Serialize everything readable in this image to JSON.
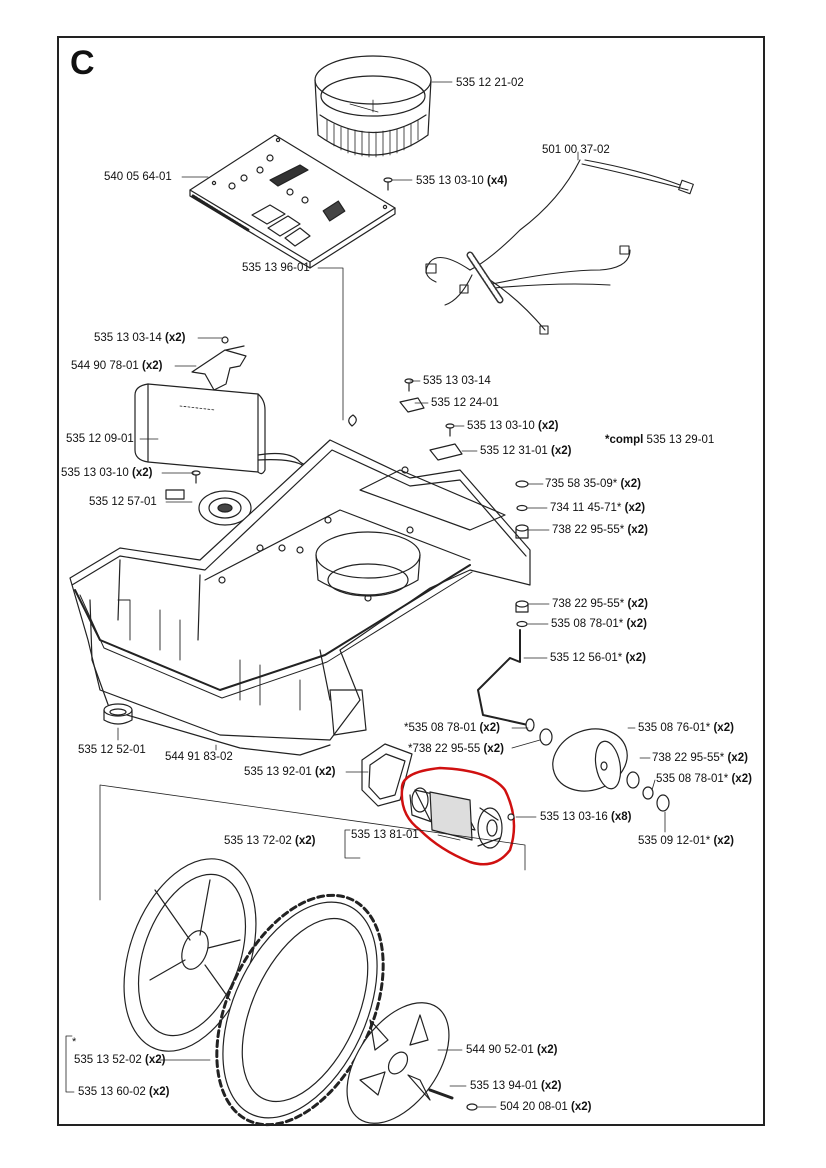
{
  "diagram": {
    "section_letter": "C",
    "compl_note": {
      "prefix": "*compl",
      "part": "535 13 29-01"
    },
    "asterisk_note": "*",
    "labels": [
      {
        "id": "l01",
        "part": "535 12 21-02",
        "qty": ""
      },
      {
        "id": "l02",
        "part": "501 00 37-02",
        "qty": ""
      },
      {
        "id": "l03",
        "part": "540 05 64-01",
        "qty": ""
      },
      {
        "id": "l04",
        "part": "535 13 03-10",
        "qty": "(x4)"
      },
      {
        "id": "l05",
        "part": "535 13 96-01",
        "qty": ""
      },
      {
        "id": "l06",
        "part": "535 13 03-14",
        "qty": "(x2)"
      },
      {
        "id": "l07",
        "part": "544 90 78-01",
        "qty": "(x2)"
      },
      {
        "id": "l08",
        "part": "535 13 03-14",
        "qty": ""
      },
      {
        "id": "l09",
        "part": "535 12 24-01",
        "qty": ""
      },
      {
        "id": "l10",
        "part": "535 12 09-01",
        "qty": ""
      },
      {
        "id": "l11",
        "part": "535 13 03-10",
        "qty": "(x2)"
      },
      {
        "id": "l12",
        "part": "535 12 31-01",
        "qty": "(x2)"
      },
      {
        "id": "l13",
        "part": "535 13 03-10",
        "qty": "(x2)"
      },
      {
        "id": "l14",
        "part": "735 58 35-09*",
        "qty": "(x2)"
      },
      {
        "id": "l15",
        "part": "535 12 57-01",
        "qty": ""
      },
      {
        "id": "l16",
        "part": "734 11 45-71*",
        "qty": "(x2)"
      },
      {
        "id": "l17",
        "part": "738 22 95-55*",
        "qty": "(x2)"
      },
      {
        "id": "l18",
        "part": "738 22 95-55*",
        "qty": "(x2)"
      },
      {
        "id": "l19",
        "part": "535 08 78-01*",
        "qty": "(x2)"
      },
      {
        "id": "l20",
        "part": "535 12 56-01*",
        "qty": "(x2)"
      },
      {
        "id": "l21",
        "part": "*535 08 78-01",
        "qty": "(x2)"
      },
      {
        "id": "l22",
        "part": "535 08 76-01*",
        "qty": "(x2)"
      },
      {
        "id": "l23",
        "part": "535 12 52-01",
        "qty": ""
      },
      {
        "id": "l24",
        "part": "544 91 83-02",
        "qty": ""
      },
      {
        "id": "l25",
        "part": "*738 22 95-55",
        "qty": "(x2)"
      },
      {
        "id": "l26",
        "part": "738 22 95-55*",
        "qty": "(x2)"
      },
      {
        "id": "l27",
        "part": "535 13 92-01",
        "qty": "(x2)"
      },
      {
        "id": "l28",
        "part": "535 08 78-01*",
        "qty": "(x2)"
      },
      {
        "id": "l29",
        "part": "535 13 03-16",
        "qty": "(x8)"
      },
      {
        "id": "l30",
        "part": "535 13 72-02",
        "qty": "(x2)"
      },
      {
        "id": "l31",
        "part": "535 13 81-01",
        "qty": ""
      },
      {
        "id": "l32",
        "part": "535 09 12-01*",
        "qty": "(x2)"
      },
      {
        "id": "l33",
        "part": "544 90 52-01",
        "qty": "(x2)"
      },
      {
        "id": "l34",
        "part": "535 13 52-02",
        "qty": "(x2)"
      },
      {
        "id": "l35",
        "part": "535 13 94-01",
        "qty": "(x2)"
      },
      {
        "id": "l36",
        "part": "535 13 60-02",
        "qty": "(x2)"
      },
      {
        "id": "l37",
        "part": "504 20 08-01",
        "qty": "(x2)"
      }
    ],
    "highlight_color": "#d01010",
    "line_color": "#222222"
  }
}
